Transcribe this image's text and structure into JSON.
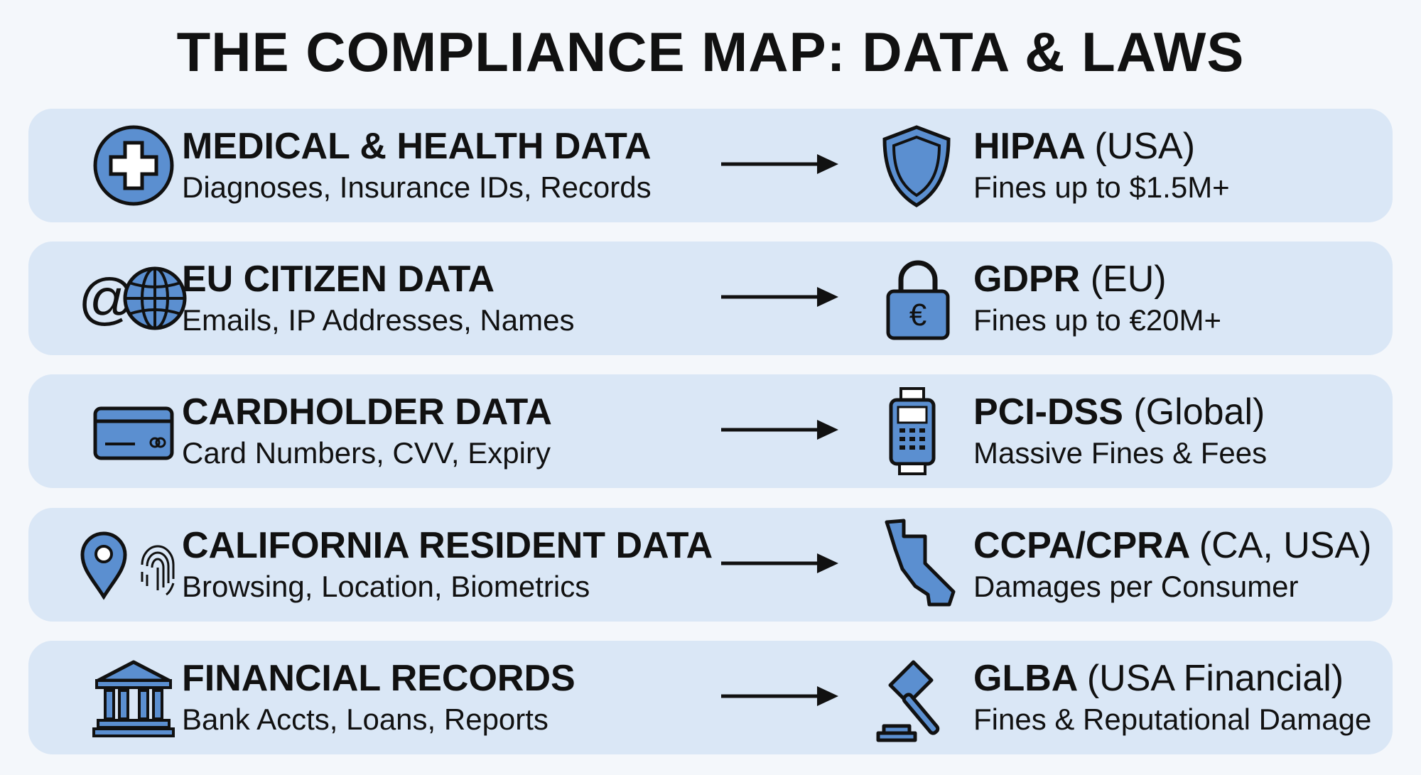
{
  "title": "THE COMPLIANCE MAP: DATA & LAWS",
  "colors": {
    "card": "#dae7f6",
    "icon": "#5b8fd0",
    "text": "#111111"
  },
  "rows": [
    {
      "data_title": "MEDICAL & HEALTH DATA",
      "data_desc": "Diagnoses, Insurance IDs, Records",
      "law": "HIPAA",
      "region": "(USA)",
      "penalty": "Fines up to $1.5M+",
      "left_icon": "medical-cross-icon",
      "right_icon": "shield-icon"
    },
    {
      "data_title": "EU CITIZEN DATA",
      "data_desc": "Emails, IP Addresses, Names",
      "law": "GDPR",
      "region": "(EU)",
      "penalty": "Fines up to €20M+",
      "left_icon": "at-globe-icon",
      "right_icon": "euro-padlock-icon"
    },
    {
      "data_title": "CARDHOLDER DATA",
      "data_desc": "Card Numbers, CVV, Expiry",
      "law": "PCI-DSS",
      "region": "(Global)",
      "penalty": "Massive Fines & Fees",
      "left_icon": "credit-card-icon",
      "right_icon": "payment-terminal-icon"
    },
    {
      "data_title": "CALIFORNIA RESIDENT DATA",
      "data_desc": "Browsing, Location, Biometrics",
      "law": "CCPA/CPRA",
      "region": "(CA, USA)",
      "penalty": "Damages per Consumer",
      "left_icon": "location-fingerprint-icon",
      "right_icon": "california-map-icon"
    },
    {
      "data_title": "FINANCIAL RECORDS",
      "data_desc": "Bank Accts, Loans, Reports",
      "law": "GLBA",
      "region": "(USA Financial)",
      "penalty": "Fines & Reputational Damage",
      "left_icon": "bank-icon",
      "right_icon": "gavel-icon"
    }
  ]
}
